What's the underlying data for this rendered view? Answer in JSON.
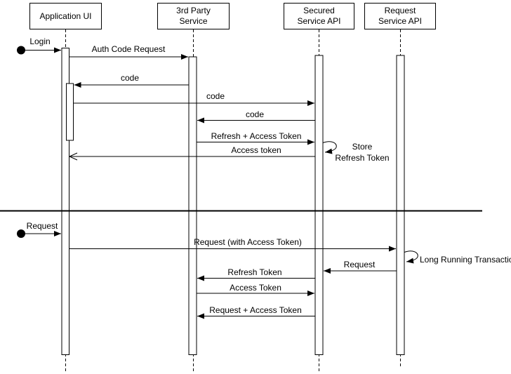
{
  "diagram": {
    "type": "uml-sequence-diagram",
    "participants": [
      {
        "label": "Application UI"
      },
      {
        "label": "3rd Party\nService"
      },
      {
        "label": "Secured\nService API"
      },
      {
        "label": "Request\nService API"
      }
    ],
    "messages": {
      "login": "Login",
      "auth_code_request": "Auth Code Request",
      "code_1": "code",
      "code_2": "code",
      "code_3": "code",
      "refresh_plus_access_token": "Refresh + Access Token",
      "access_token_return": "Access token",
      "store_refresh_token": "Store\nRefresh Token",
      "request_start": "Request",
      "request_with_access_token": "Request (with Access Token)",
      "long_running_transaction": "Long Running Transaction",
      "request_to_secured": "Request",
      "refresh_token": "Refresh Token",
      "access_token": "Access Token",
      "request_plus_access_token": "Request + Access Token"
    },
    "colors": {
      "stroke": "#000000",
      "background": "#ffffff",
      "text": "#000000"
    }
  }
}
